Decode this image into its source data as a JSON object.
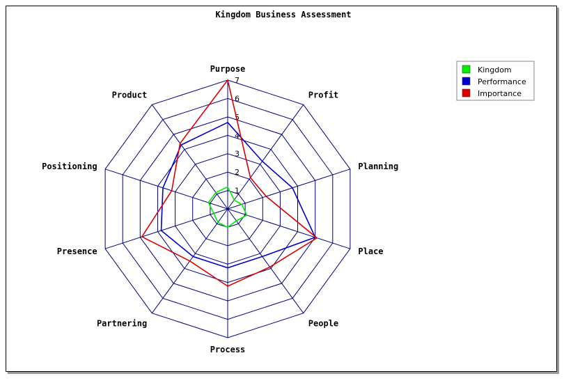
{
  "chart_data": {
    "type": "radar",
    "title": "Kingdom Business Assessment",
    "axes": [
      "Purpose",
      "Profit",
      "Planning",
      "Place",
      "People",
      "Process",
      "Partnering",
      "Presence",
      "Positioning",
      "Product"
    ],
    "scale": {
      "min": 0,
      "max": 7,
      "ticks": [
        1,
        2,
        3,
        4,
        5,
        6,
        7
      ]
    },
    "series": [
      {
        "name": "Kingdom",
        "color": "#00ee00",
        "values": [
          1.2,
          0.6,
          0.8,
          1.1,
          0.8,
          1.0,
          0.9,
          0.8,
          1.1,
          1.1
        ]
      },
      {
        "name": "Performance",
        "color": "#0000cc",
        "values": [
          4.7,
          3.2,
          3.7,
          5.0,
          3.2,
          3.2,
          3.2,
          3.8,
          3.7,
          4.3
        ]
      },
      {
        "name": "Importance",
        "color": "#dd0000",
        "values": [
          7.0,
          2.1,
          2.2,
          5.1,
          3.9,
          4.2,
          3.5,
          4.9,
          3.2,
          4.4
        ]
      }
    ],
    "legend": "top-right",
    "grid": true
  }
}
